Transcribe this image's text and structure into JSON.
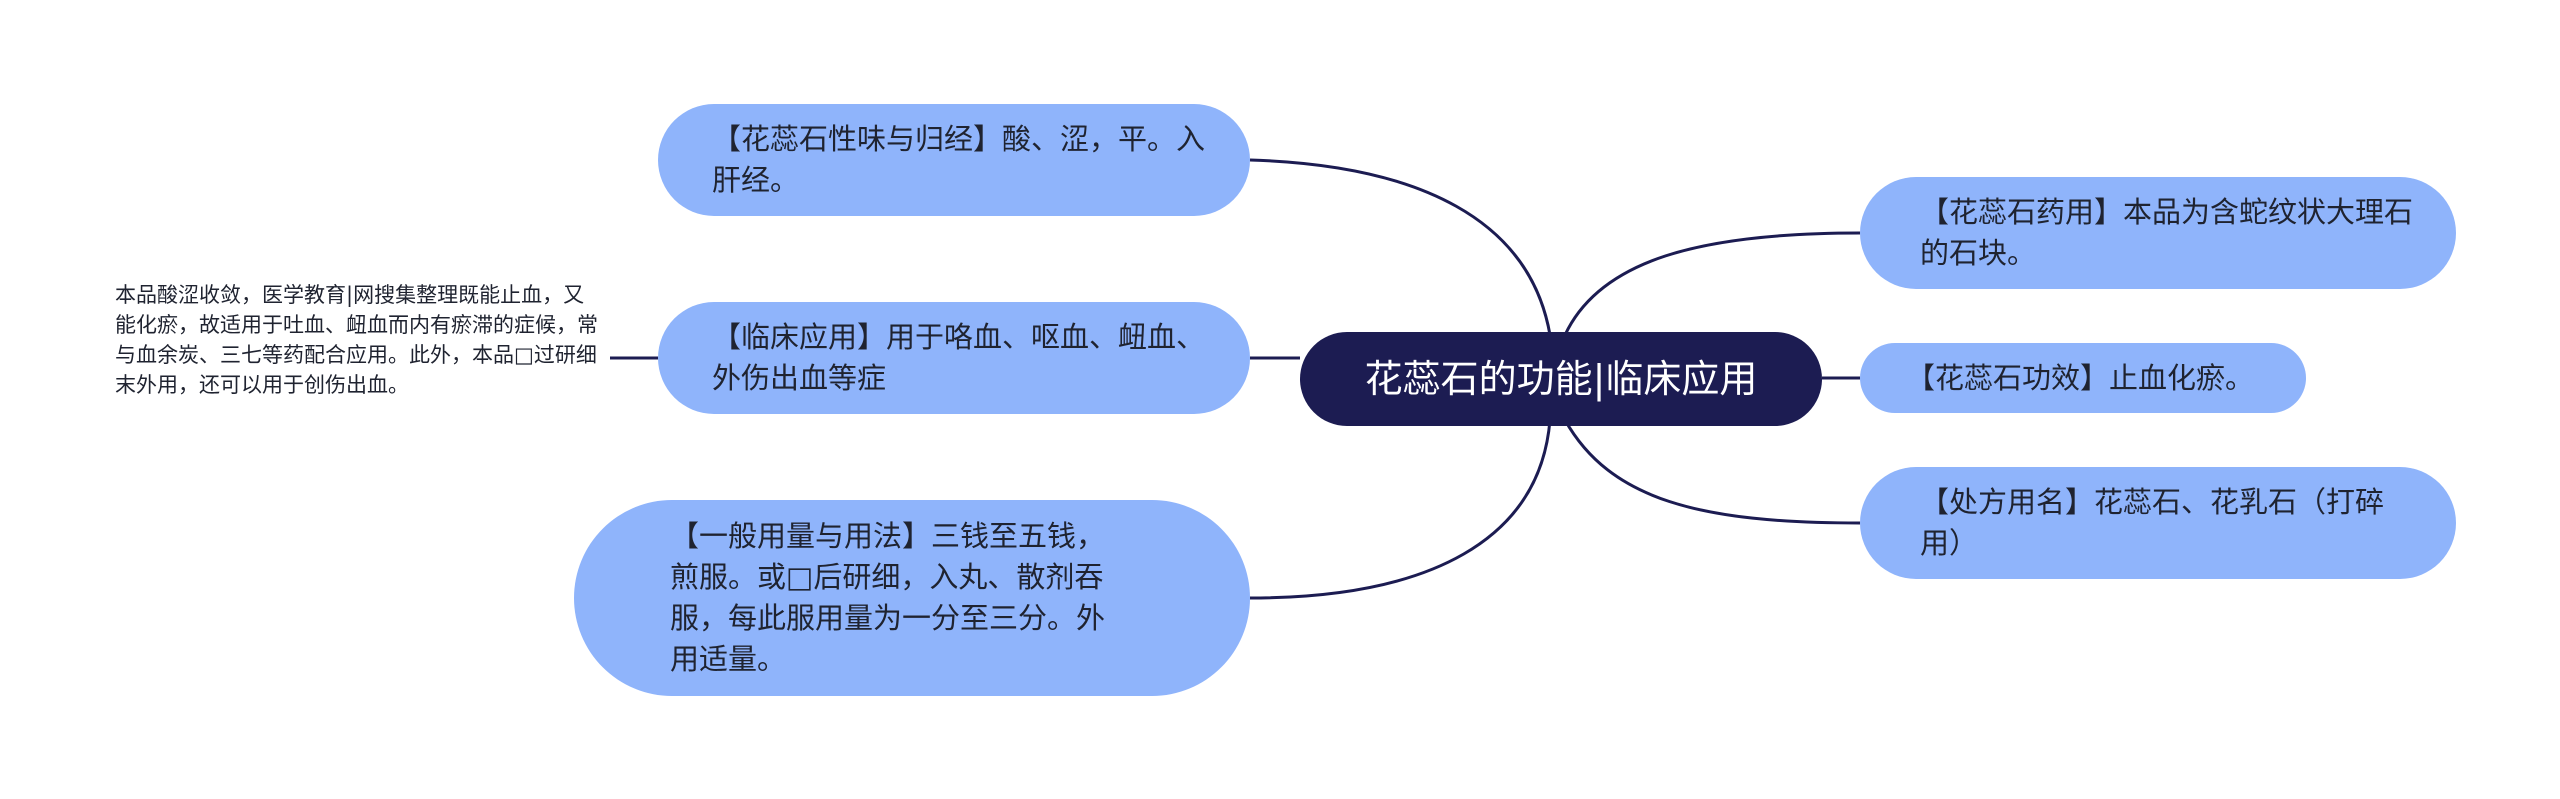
{
  "mindmap": {
    "root": {
      "label": "花蕊石的功能|临床应用"
    },
    "left_branches": [
      {
        "label": "【花蕊石性味与归经】酸、涩，平。入肝经。"
      },
      {
        "label": "【临床应用】用于咯血、呕血、衄血、外伤出血等症"
      },
      {
        "label": "【一般用量与用法】三钱至五钱，煎服。或□后研细，入丸、散剂吞服，每此服用量为一分至三分。外用适量。"
      }
    ],
    "right_branches": [
      {
        "label": "【花蕊石药用】本品为含蛇纹状大理石的石块。"
      },
      {
        "label": "【花蕊石功效】止血化瘀。"
      },
      {
        "label": "【处方用名】花蕊石、花乳石（打碎用）"
      }
    ],
    "note": {
      "label": "本品酸涩收敛，医学教育|网搜集整理既能止血，又能化瘀，故适用于吐血、衄血而内有瘀滞的症候，常与血余炭、三七等药配合应用。此外，本品□过研细末外用，还可以用于创伤出血。"
    },
    "colors": {
      "root_fill": "#1c1c52",
      "root_text": "#ffffff",
      "branch_fill": "#8fb4fb",
      "line": "#1c1c52"
    }
  }
}
